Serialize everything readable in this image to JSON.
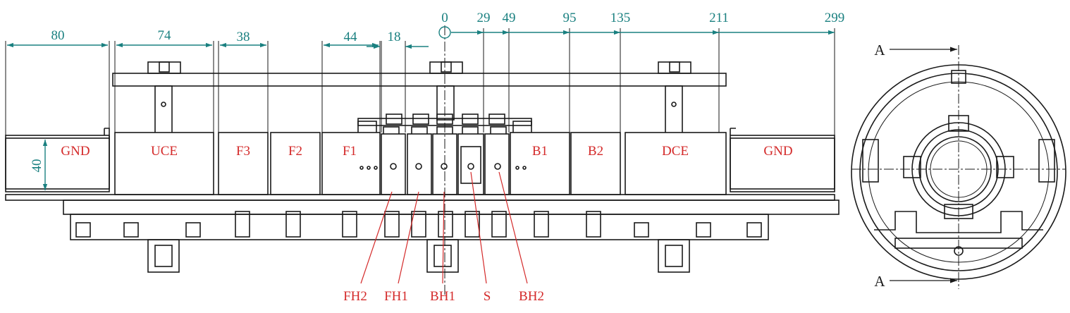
{
  "colors": {
    "dimension": "#1a8080",
    "label": "#d42a2a",
    "line": "#1a1a1a"
  },
  "top_dimensions": [
    "0",
    "29",
    "49",
    "95",
    "135",
    "211",
    "299"
  ],
  "segment_dimensions": [
    "80",
    "74",
    "38",
    "44",
    "18"
  ],
  "height_dimension": "40",
  "electrodes": [
    "GND",
    "UCE",
    "F3",
    "F2",
    "F1",
    "B1",
    "B2",
    "DCE",
    "GND"
  ],
  "callouts": [
    "FH2",
    "FH1",
    "BH1",
    "S",
    "BH2"
  ],
  "section_marks": [
    "A",
    "A"
  ]
}
